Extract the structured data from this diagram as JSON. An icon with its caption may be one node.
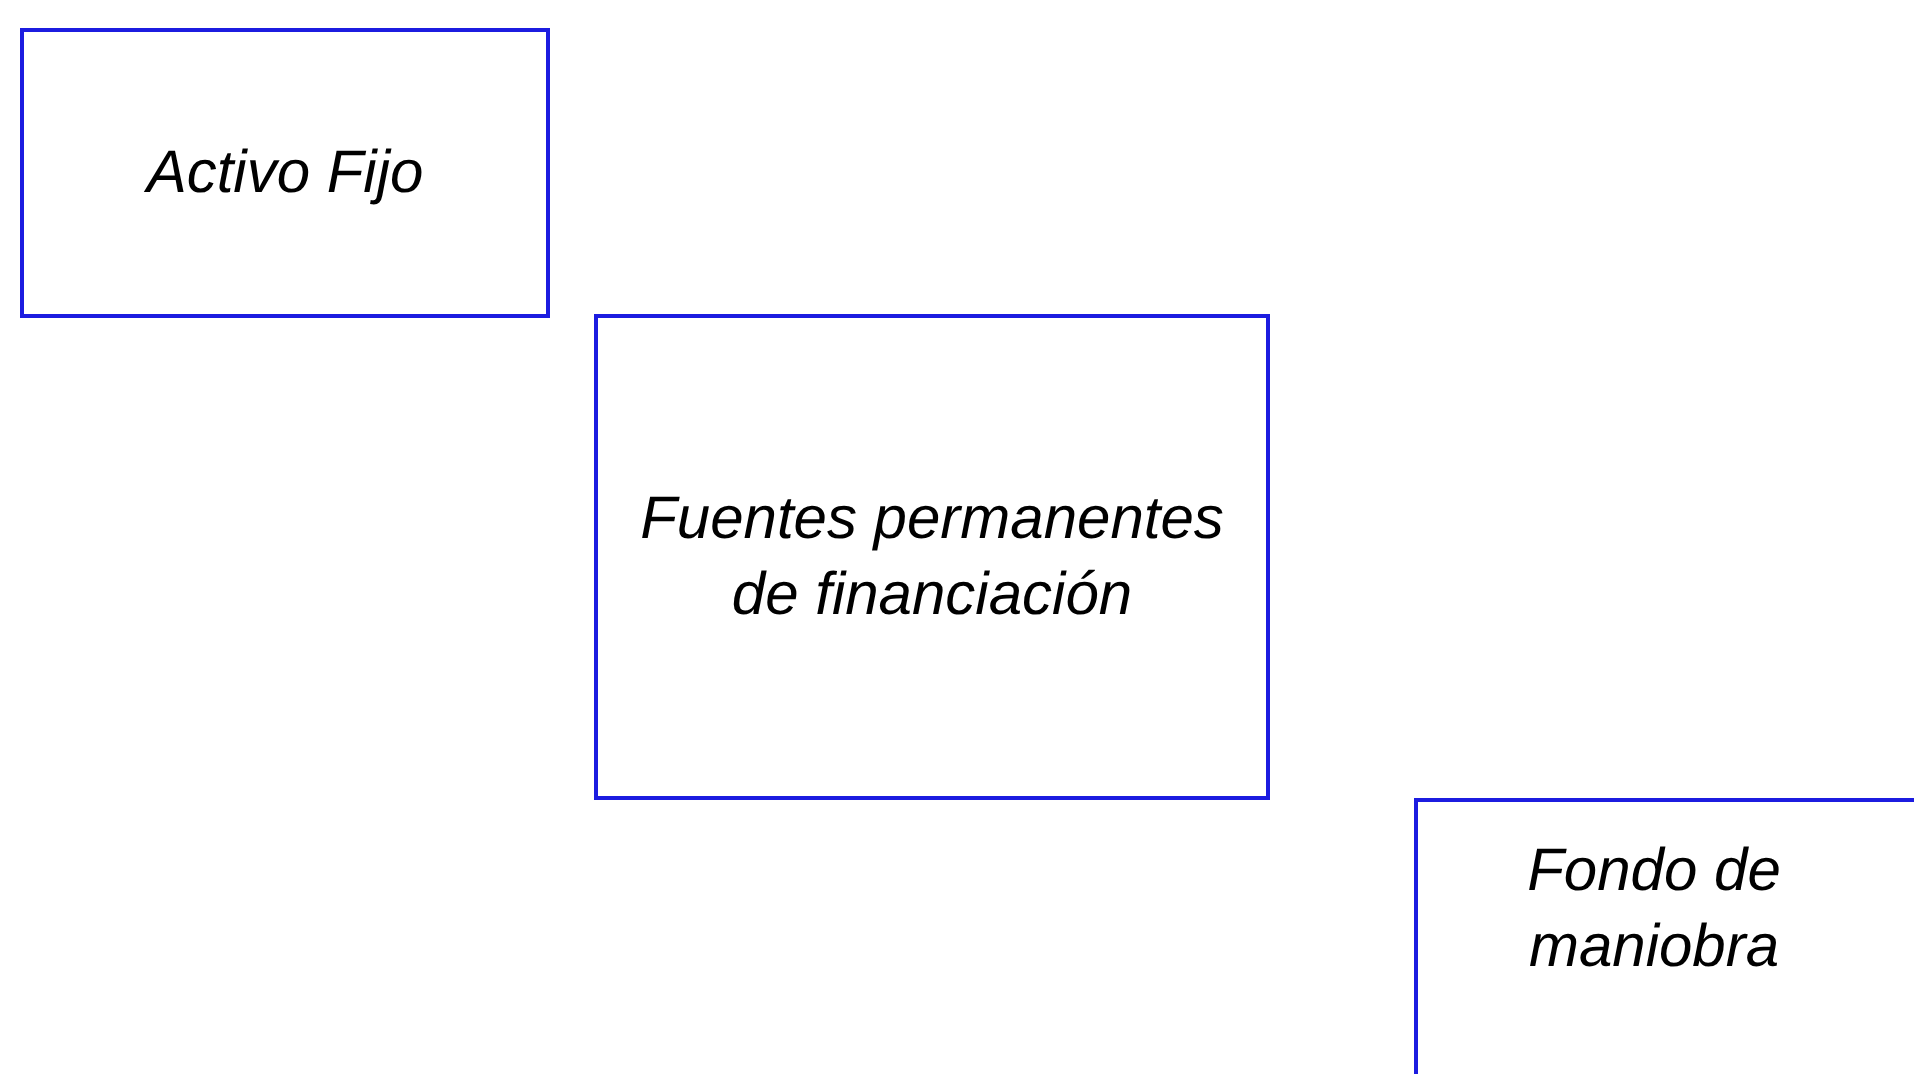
{
  "diagram": {
    "nodes": [
      {
        "text": [
          "Activo Fijo"
        ]
      },
      {
        "text": [
          "Fuentes permanentes de financiación"
        ]
      },
      {
        "text": [
          "Fondo de maniobra"
        ]
      }
    ]
  }
}
